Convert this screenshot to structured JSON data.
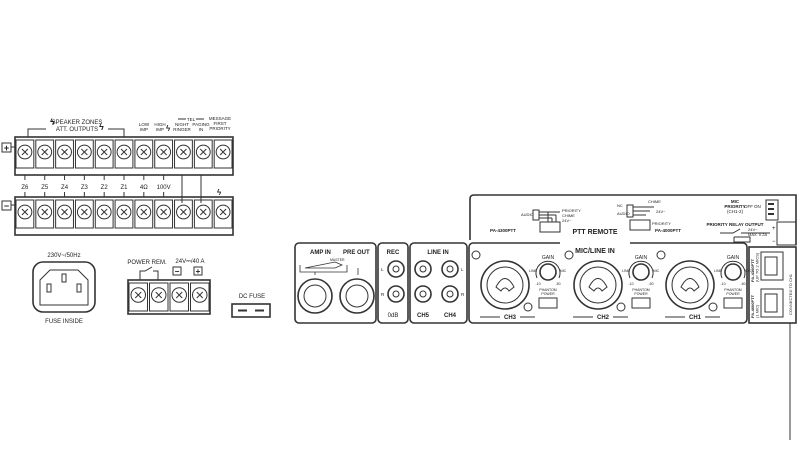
{
  "left_panel": {
    "speaker_zones_line1": "SPEAKER ZONES",
    "speaker_zones_line2": "ATT. OUTPUTS",
    "low_imp": [
      "LOW",
      "IMP"
    ],
    "high_imp": [
      "HIGH",
      "IMP"
    ],
    "tel": "TEL",
    "night_ringer": [
      "NIGHT",
      "RINGER"
    ],
    "paging_in": [
      "PAGING",
      "IN"
    ],
    "message_first_priority": [
      "MESSAGE",
      "FIRST",
      "PRIORITY"
    ],
    "terminal_labels": [
      "Z6",
      "Z5",
      "Z4",
      "Z3",
      "Z2",
      "Z1",
      "4Ω",
      "100V"
    ],
    "terminal_count": 11,
    "plus_symbol": "+",
    "minus_symbol": "−",
    "mains_rating": "230V~/50Hz",
    "fuse_inside": "FUSE INSIDE",
    "power_rem": "POWER REM.",
    "dc_rating": "24V⎓/40 A",
    "dc_fuse": "DC FUSE"
  },
  "right_panel": {
    "amp_in": "AMP IN",
    "pre_out": "PRE OUT",
    "master": "MASTER",
    "rec": "REC",
    "rec_level": "0dB",
    "line_in": "LINE IN",
    "left": "L",
    "right": "R",
    "ch5": "CH5",
    "ch4": "CH4",
    "mic_line_in": "MIC/LINE IN",
    "gain": "GAIN",
    "line": "LINE",
    "mic": "MIC",
    "gain_min": "-10",
    "gain_max": "-50",
    "phantom_power": [
      "PHANTOM",
      "POWER"
    ],
    "channels": [
      "CH3",
      "CH2",
      "CH1"
    ],
    "ptt_remote": "PTT REMOTE",
    "pa4300": "PA-4300PTT",
    "pa4000": "PA-4000PTT",
    "audio": "AUDIO",
    "priority": "PRIORITY",
    "chime": "CHIME",
    "v24": "24V~",
    "nc": "NC",
    "mic_priority": [
      "MIC",
      "PRIORITY",
      "(CH1-2)"
    ],
    "off": "OFF",
    "on": "ON",
    "priority_relay_output": "PRIORITY RELAY OUTPUT",
    "relay_rating": [
      "24V~",
      "MAX. 0.2A"
    ],
    "rj_top": [
      "PA-4300PTT",
      "(UP TO 2 MICS)"
    ],
    "rj_bottom": [
      "PA-4000PTT",
      "(1 MIC)"
    ],
    "connected_to": "CONNECTED TO CH1"
  }
}
